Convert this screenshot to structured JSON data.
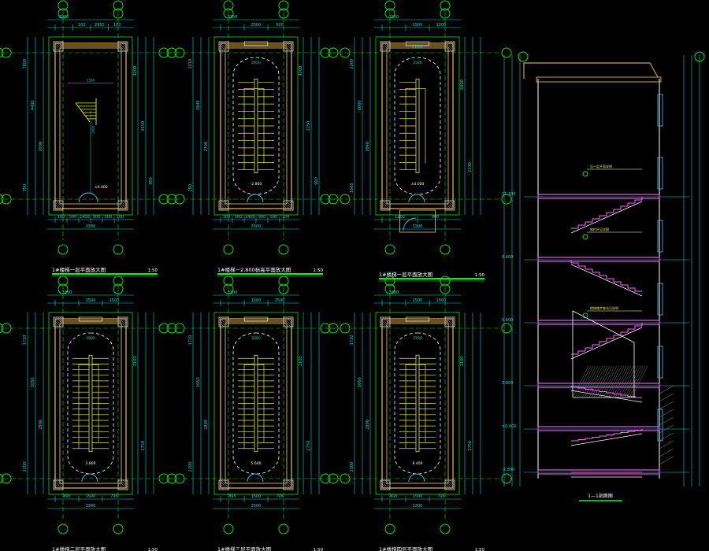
{
  "drawing": {
    "background": "#000000",
    "colors": {
      "axis": "#00e000",
      "dim": "#00d8d8",
      "wall": "#c8a050",
      "stair": "#e6e640",
      "slab_pink": "#ff60ff",
      "door": "#40c0ff",
      "dashed": "#ffffff",
      "title_underline": "#00ff00"
    }
  },
  "plans": [
    {
      "key": "p1",
      "title": "1#楼梯一层平面放大图",
      "scale": "1:50",
      "top_dims": [
        "3900",
        "100",
        "2950",
        "100"
      ],
      "bottom_dims": [
        "100",
        "500",
        "1400",
        "900",
        "500",
        "100"
      ],
      "bottom_total": "3300",
      "left_dims": [
        "7800",
        "4400",
        "2000",
        "350"
      ],
      "right_dims": [
        "4200",
        "3150",
        "900"
      ],
      "labels": [
        "±0.000",
        "1530",
        "2000"
      ]
    },
    {
      "key": "p2",
      "title": "1#楼梯－2.800标高平面放大图",
      "scale": "1:50",
      "top_dims": [
        "3300",
        "2500",
        "500"
      ],
      "bottom_dims": [
        "100",
        "500",
        "1400",
        "900",
        "500",
        "100"
      ],
      "bottom_total": "3300",
      "left_dims": [
        "2010",
        "3840",
        "2700",
        "250"
      ],
      "right_dims": [
        "4200",
        "3150",
        "900"
      ],
      "labels": [
        "-2.800",
        "2950"
      ]
    },
    {
      "key": "p3",
      "title": "1#楼梯一层平面放大图",
      "scale": "1:50",
      "top_dims": [
        "1500",
        "1500",
        "1200"
      ],
      "bottom_dims": [
        "1200",
        "900"
      ],
      "bottom_total": "3300",
      "left_dims": [
        "2200",
        "1000",
        "2940",
        "1660"
      ],
      "right_dims": [
        "6900",
        "2370"
      ],
      "labels": [
        "±0.000",
        "2580",
        "C1500"
      ]
    },
    {
      "key": "p4",
      "title": "1#楼梯二层平面放大图",
      "scale": "1:50",
      "top_dims": [
        "3300",
        "1500",
        "1500"
      ],
      "bottom_dims": [
        "895",
        "1500",
        "795"
      ],
      "bottom_total": "3300",
      "left_dims": [
        "1720",
        "1050",
        "2800",
        "2100"
      ],
      "right_dims": [
        "2100",
        "2750"
      ],
      "labels": [
        "2.800",
        "2200"
      ]
    },
    {
      "key": "p5",
      "title": "1#楼梯三层平面放大图",
      "scale": "1:50",
      "top_dims": [
        "3300",
        "1500",
        "1500"
      ],
      "bottom_dims": [
        "895",
        "1500",
        "795"
      ],
      "bottom_total": "3300",
      "left_dims": [
        "1720",
        "1050",
        "2800",
        "2100"
      ],
      "right_dims": [
        "2100",
        "2750"
      ],
      "labels": [
        "5.600",
        "2200"
      ]
    },
    {
      "key": "p6",
      "title": "1#楼梯四层平面放大图",
      "scale": "1:50",
      "top_dims": [
        "3300",
        "1500",
        "1500"
      ],
      "bottom_dims": [
        "895",
        "1500",
        "795"
      ],
      "bottom_total": "3300",
      "left_dims": [
        "1720",
        "1050",
        "2800",
        "2100"
      ],
      "right_dims": [
        "2100",
        "2750"
      ],
      "labels": [
        "8.400",
        "2200"
      ]
    }
  ],
  "section": {
    "title": "1—1剖面图",
    "levels": [
      "11.200",
      "8.400",
      "5.600",
      "2.800",
      "±0.000",
      "-2.800"
    ],
    "notes": [
      "见一层平面说明",
      "钢栏杆见详图",
      "楼梯踏步做法见说明"
    ]
  }
}
